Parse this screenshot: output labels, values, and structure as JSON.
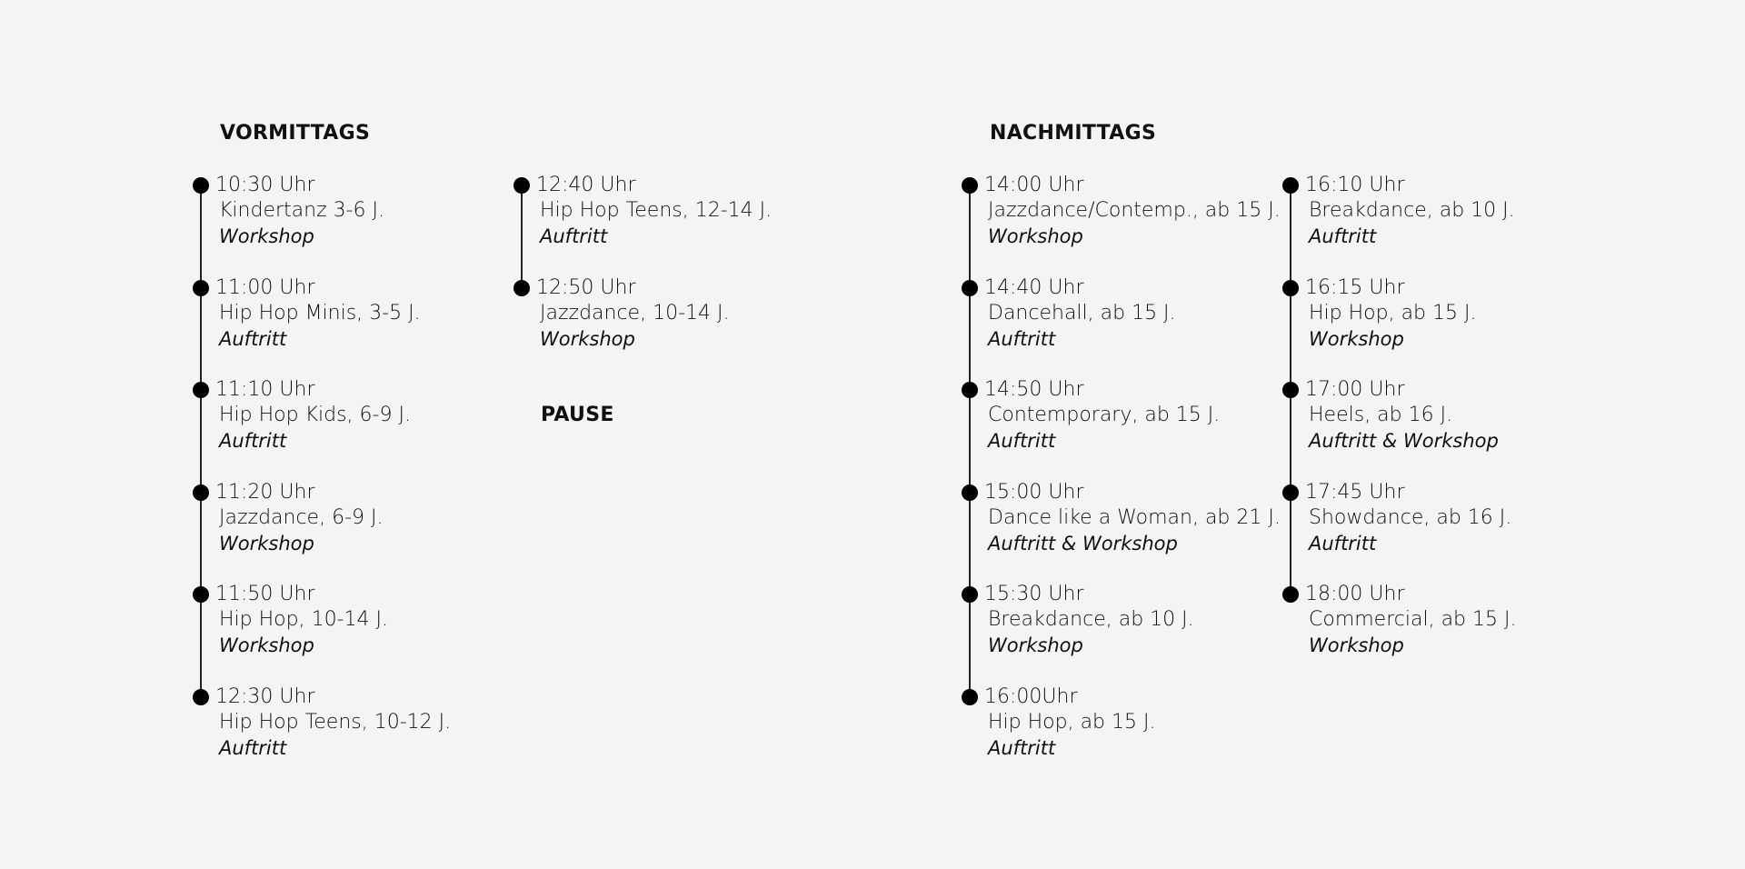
{
  "sections": {
    "vormittags": "VORMITTAGS",
    "nachmittags": "NACHMITTAGS",
    "pause": "PAUSE"
  },
  "col1": [
    {
      "time": "10:30 Uhr",
      "name": "Kindertanz 3-6 J.",
      "type": "Workshop"
    },
    {
      "time": "11:00 Uhr",
      "name": "Hip Hop Minis, 3-5 J.",
      "type": "Auftritt"
    },
    {
      "time": "11:10 Uhr",
      "name": "Hip Hop Kids, 6-9 J.",
      "type": "Auftritt"
    },
    {
      "time": "11:20 Uhr",
      "name": "Jazzdance, 6-9 J.",
      "type": "Workshop"
    },
    {
      "time": "11:50 Uhr",
      "name": "Hip Hop, 10-14 J.",
      "type": "Workshop"
    },
    {
      "time": "12:30 Uhr",
      "name": "Hip Hop Teens, 10-12 J.",
      "type": "Auftritt"
    }
  ],
  "col2": [
    {
      "time": "12:40 Uhr",
      "name": "Hip Hop Teens, 12-14 J.",
      "type": "Auftritt"
    },
    {
      "time": "12:50 Uhr",
      "name": "Jazzdance, 10-14 J.",
      "type": "Workshop"
    }
  ],
  "col3": [
    {
      "time": "14:00 Uhr",
      "name": "Jazzdance/Contemp., ab 15 J.",
      "type": "Workshop"
    },
    {
      "time": "14:40 Uhr",
      "name": "Dancehall, ab 15 J.",
      "type": "Auftritt"
    },
    {
      "time": "14:50 Uhr",
      "name": "Contemporary, ab 15 J.",
      "type": "Auftritt"
    },
    {
      "time": "15:00 Uhr",
      "name": "Dance like a Woman, ab 21 J.",
      "type": "Auftritt & Workshop"
    },
    {
      "time": "15:30 Uhr",
      "name": "Breakdance, ab 10 J.",
      "type": "Workshop"
    },
    {
      "time": "16:00Uhr",
      "name": "Hip Hop, ab 15 J.",
      "type": "Auftritt"
    }
  ],
  "col4": [
    {
      "time": "16:10 Uhr",
      "name": "Breakdance, ab 10 J.",
      "type": "Auftritt"
    },
    {
      "time": "16:15 Uhr",
      "name": "Hip Hop, ab 15 J.",
      "type": "Workshop"
    },
    {
      "time": "17:00 Uhr",
      "name": "Heels, ab 16 J.",
      "type": "Auftritt & Workshop"
    },
    {
      "time": "17:45 Uhr",
      "name": "Showdance, ab 16 J.",
      "type": "Auftritt"
    },
    {
      "time": "18:00 Uhr",
      "name": "Commercial, ab 15 J.",
      "type": "Workshop"
    }
  ]
}
